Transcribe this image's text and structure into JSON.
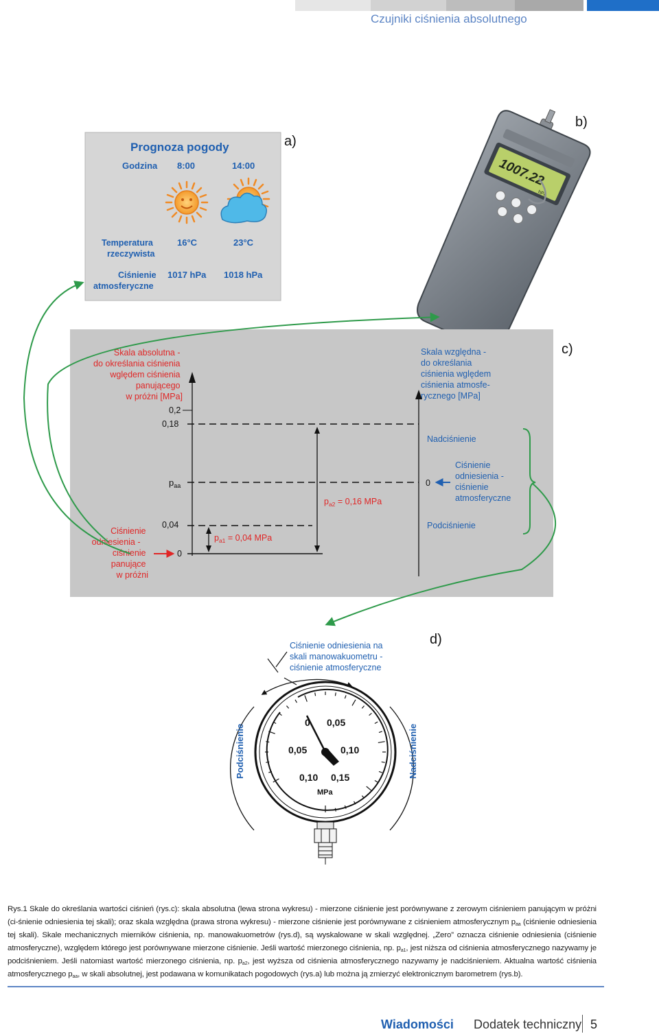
{
  "header": {
    "title": "Czujniki ciśnienia absolutnego",
    "bar_colors": [
      "#e6e6e6",
      "#d0d0d0",
      "#bcbcbc",
      "#a8a8a8",
      "#1f6fc8"
    ]
  },
  "panel_a": {
    "label": "a)",
    "title": "Prognoza pogody",
    "hour_label": "Godzina",
    "time_1": "8:00",
    "time_2": "14:00",
    "temp_label_1": "Temperatura",
    "temp_label_2": "rzeczywista",
    "temp_1": "16",
    "temp_2": "23",
    "temp_unit": "°C",
    "pressure_label_1": "Ciśnienie",
    "pressure_label_2": "atmosferyczne",
    "pressure_1": "1017 hPa",
    "pressure_2": "1018 hPa"
  },
  "panel_b": {
    "label": "b)",
    "display_value": "1007.22",
    "unit": "hPa"
  },
  "panel_c": {
    "label": "c)",
    "abs_scale_lines": [
      "Skala absolutna -",
      "do określania ciśnienia",
      "wględem ciśnienia",
      "panującego",
      "w próżni [MPa]"
    ],
    "rel_scale_lines": [
      "Skala względna -",
      "do określania",
      "ciśnienia wględem",
      "ciśnienia atmosfe-",
      "rycznego [MPa]"
    ],
    "tick_02": "0,2",
    "tick_018": "0,18",
    "tick_paa": "p",
    "tick_paa_sub": "aa",
    "tick_004": "0,04",
    "tick_0_left": "0",
    "tick_0_right": "0",
    "pa1_label": "p",
    "pa1_sub": "a1",
    "pa1_value": " = 0,04 MPa",
    "pa2_label": "p",
    "pa2_sub": "a2",
    "pa2_value": " = 0,16 MPa",
    "overpressure": "Nadciśnienie",
    "underpressure": "Podciśnienie",
    "ref_atm_lines": [
      "Ciśnienie",
      "odniesienia -",
      "ciśnienie",
      "atmosferyczne"
    ],
    "ref_vac_lines": [
      "Ciśnienie",
      "odniesienia -",
      "ciśnienie",
      "panujące",
      "w próżni"
    ]
  },
  "panel_d": {
    "label": "d)",
    "caption_lines": [
      "Ciśnienie odniesienia na",
      "skali manowakuometru -",
      "ciśnienie atmosferyczne"
    ],
    "left_side": "Podciśnienie",
    "right_side": "Nadciśnienie",
    "dial_0": "0",
    "dial_005_top": "0,05",
    "dial_005_left": "0,05",
    "dial_010_right": "0,10",
    "dial_010_bottom": "0,10",
    "dial_015": "0,15",
    "dial_unit": "MPa"
  },
  "caption": {
    "part1": "Rys.1 Skale do określania wartości ciśnień (rys.c): skala absolutna (lewa strona wykresu) - mierzone ciśnienie jest porównywane z zerowym ciśnieniem panującym w próżni (ci-śnienie odniesienia tej skali); oraz skala względna (prawa strona wykresu) - mierzone ciśnienie jest porównywane z ciśnieniem atmosferycznym p",
    "sub1": "aa",
    "part2": " (ciśnienie odniesienia tej skali). Skale mechanicznych mierników ciśnienia, np. manowakuometrów (rys.d), są wyskalowane w skali względnej. „Zero” oznacza ciśnienie odniesienia (ciśnienie atmosferyczne), względem którego jest porównywane mierzone ciśnienie. Jeśli wartość mierzonego ciśnienia, np. p",
    "sub2": "a1",
    "part3": ", jest niższa od ciśnienia atmosferycznego nazywamy je podciśnieniem. Jeśli natomiast wartość mierzonego ciśnienia, np. p",
    "sub3": "a2",
    "part4": ", jest wyższa od ciśnienia atmosferycznego nazywamy je nadciśnieniem. Aktualna wartość ciśnienia atmosferycznego p",
    "sub4": "aa",
    "part5": ", w skali absolutnej, jest podawana w komunikatach pogodowych (rys.a) lub można ją zmierzyć elektronicznym barometrem (rys.b)."
  },
  "footer": {
    "brand": "Wiadomości",
    "section": "Dodatek techniczny",
    "page": "5"
  }
}
